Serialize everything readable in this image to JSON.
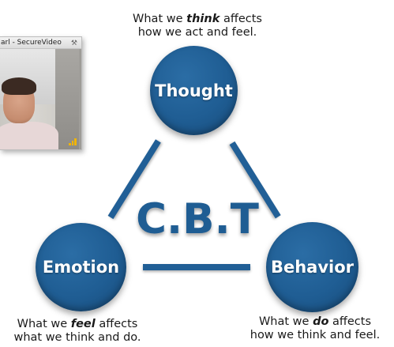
{
  "video_window": {
    "title": "arl - SecureVideo",
    "pin_icon": "pin-icon",
    "signal_icon": "signal-bars-icon"
  },
  "diagram": {
    "center_label": "C.B.T",
    "thought": {
      "label": "Thought",
      "caption_prefix": "What we ",
      "caption_emph": "think",
      "caption_suffix": " affects",
      "caption_line2": "how we act and feel."
    },
    "emotion": {
      "label": "Emotion",
      "caption_prefix": "What we ",
      "caption_emph": "feel",
      "caption_suffix": " affects",
      "caption_line2": "what we think and do."
    },
    "behavior": {
      "label": "Behavior",
      "caption_prefix": "What we ",
      "caption_emph": "do",
      "caption_suffix": " affects",
      "caption_line2": "how we think and feel."
    }
  },
  "colors": {
    "node_blue": "#1f5d93",
    "background": "#ffffff"
  }
}
